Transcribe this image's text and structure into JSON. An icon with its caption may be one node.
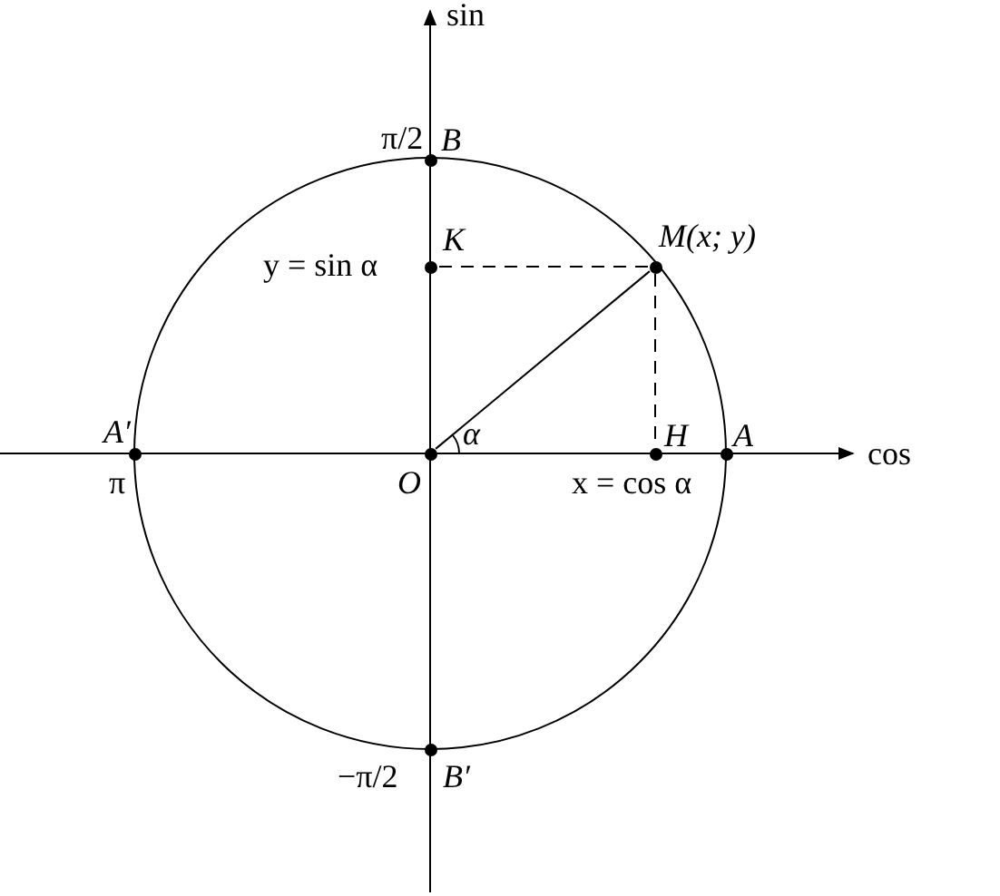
{
  "diagram": {
    "nodes": [
      {
        "text": [
          "O"
        ]
      },
      {
        "text": [
          "A"
        ]
      },
      {
        "text": [
          "A′"
        ],
        "beside": [
          "π"
        ]
      },
      {
        "text": [
          "B"
        ],
        "beside": [
          "π/2"
        ]
      },
      {
        "text": [
          "B′"
        ],
        "beside": [
          "−π/2"
        ]
      },
      {
        "text": [
          "K"
        ],
        "beside": [
          "y = sin α"
        ]
      },
      {
        "text": [
          "M(x; y)"
        ]
      },
      {
        "text": [
          "H"
        ],
        "beside": [
          "x = cos α"
        ]
      }
    ],
    "edges": [
      {
        "from": 0,
        "to": 6,
        "arrow": "none"
      },
      {
        "from": 6,
        "to": 5,
        "arrow": "none",
        "style": "dashed"
      },
      {
        "from": 6,
        "to": 7,
        "arrow": "none",
        "style": "dashed"
      }
    ],
    "labels": [
      "sin",
      "cos",
      "α"
    ]
  }
}
